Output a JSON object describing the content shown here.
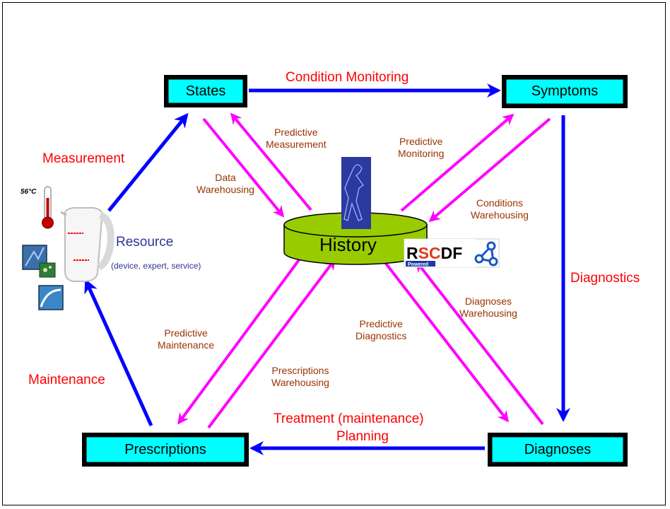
{
  "nodes": {
    "states": "States",
    "symptoms": "Symptoms",
    "prescriptions": "Prescriptions",
    "diagnoses": "Diagnoses",
    "history": "History"
  },
  "labels": {
    "condition_monitoring": "Condition Monitoring",
    "measurement": "Measurement",
    "maintenance": "Maintenance",
    "diagnostics": "Diagnostics",
    "treatment_line1": "Treatment (maintenance)",
    "treatment_line2": "Planning",
    "predictive_measurement_1": "Predictive",
    "predictive_measurement_2": "Measurement",
    "data_warehousing_1": "Data",
    "data_warehousing_2": "Warehousing",
    "predictive_monitoring_1": "Predictive",
    "predictive_monitoring_2": "Monitoring",
    "conditions_warehousing_1": "Conditions",
    "conditions_warehousing_2": "Warehousing",
    "predictive_maintenance_1": "Predictive",
    "predictive_maintenance_2": "Maintenance",
    "prescriptions_warehousing_1": "Prescriptions",
    "prescriptions_warehousing_2": "Warehousing",
    "predictive_diagnostics_1": "Predictive",
    "predictive_diagnostics_2": "Diagnostics",
    "diagnoses_warehousing_1": "Diagnoses",
    "diagnoses_warehousing_2": "Warehousing"
  },
  "resource": {
    "title": "Resource",
    "subtitle": "(device, expert, service)",
    "temperature": "56°C"
  },
  "logo": {
    "text": "RSCDF",
    "sub": "Powered"
  },
  "colors": {
    "blue_arrow": "#0000ff",
    "magenta_arrow": "#ff00ff",
    "node_fill": "#00ffff",
    "history_fill": "#99cc00",
    "red_label": "#ff0000",
    "brown_label": "#993300"
  }
}
